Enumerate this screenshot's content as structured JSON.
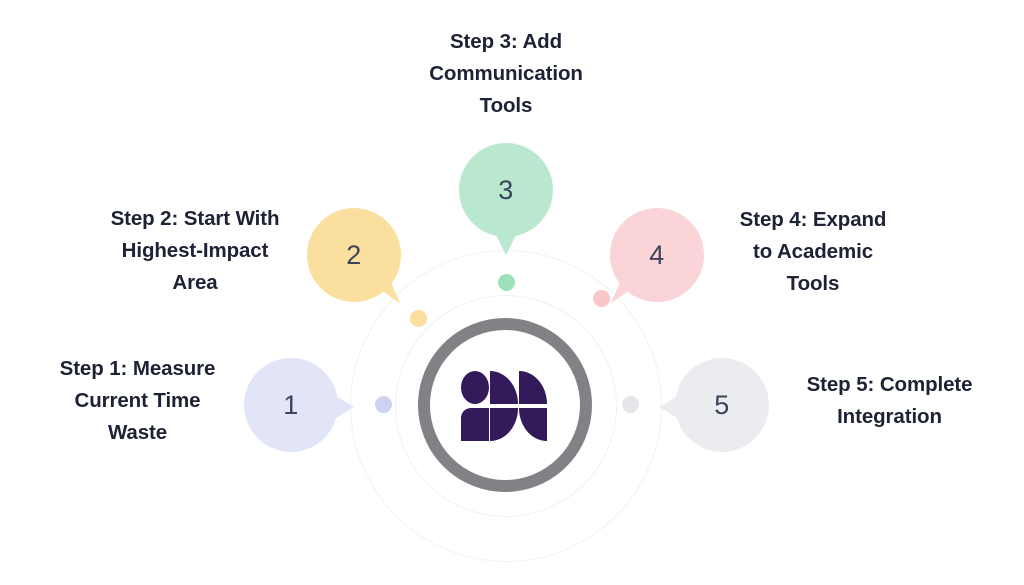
{
  "diagram": {
    "title_present": false,
    "center": {
      "logo_name": "brand-logo-mark",
      "ring_color": "#808285",
      "logo_color": "#331a5b"
    },
    "colors": {
      "step1": "#e2e5f8",
      "step2": "#fbdf9e",
      "step3": "#b9e8ce",
      "step4": "#fad4d6",
      "step5": "#ebecef",
      "text": "#1d2235",
      "number": "#3b4559",
      "orbit_ring": "#f1f1f3",
      "background": "#ffffff"
    },
    "steps": [
      {
        "number": "1",
        "caption_lines": [
          "Step 1: Measure",
          "Current Time",
          "Waste"
        ],
        "color": "#e2e5f8",
        "dot_color": "#ccd2f2"
      },
      {
        "number": "2",
        "caption_lines": [
          "Step 2: Start With",
          "Highest-Impact",
          "Area"
        ],
        "color": "#fbdf9e",
        "dot_color": "#fbdf9e"
      },
      {
        "number": "3",
        "caption_lines": [
          "Step 3: Add",
          "Communication",
          "Tools"
        ],
        "color": "#b9e8ce",
        "dot_color": "#9fe0bc"
      },
      {
        "number": "4",
        "caption_lines": [
          "Step 4: Expand",
          "to Academic",
          "Tools"
        ],
        "color": "#fad4d6",
        "dot_color": "#f9c6ca"
      },
      {
        "number": "5",
        "caption_lines": [
          "Step 5: Complete",
          "Integration"
        ],
        "color": "#ebecef",
        "dot_color": "#e4e6ea"
      }
    ]
  }
}
